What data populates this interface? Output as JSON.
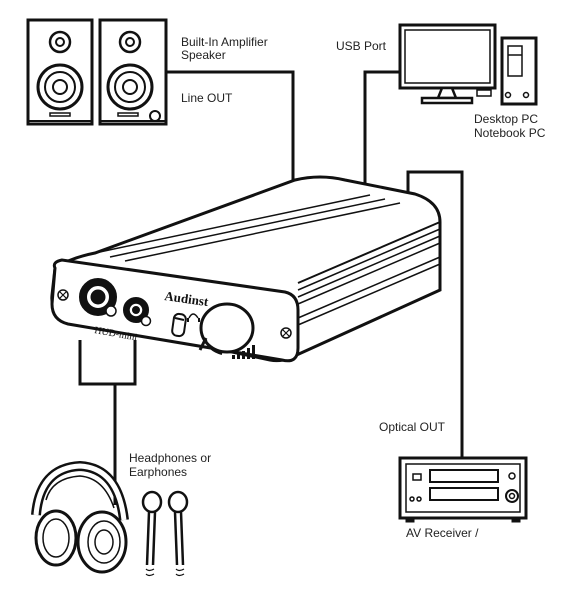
{
  "labels": {
    "speaker_line1": "Built-In Amplifier",
    "speaker_line2": "Speaker",
    "line_out": "Line OUT",
    "usb_port": "USB Port",
    "pc_line1": "Desktop PC",
    "pc_line2": "Notebook PC",
    "optical_out": "Optical OUT",
    "headphones_line1": "Headphones or",
    "headphones_line2": "Earphones",
    "av_receiver": "AV Receiver /"
  },
  "device": {
    "brand": "Audinst",
    "model": "HUD-mini"
  },
  "colors": {
    "stroke": "#111111",
    "background": "#ffffff",
    "label_text": "#222222"
  },
  "icons": [
    "speaker-icon",
    "monitor-icon",
    "pc-tower-icon",
    "dac-device-icon",
    "headphones-icon",
    "earphones-icon",
    "av-receiver-icon"
  ]
}
